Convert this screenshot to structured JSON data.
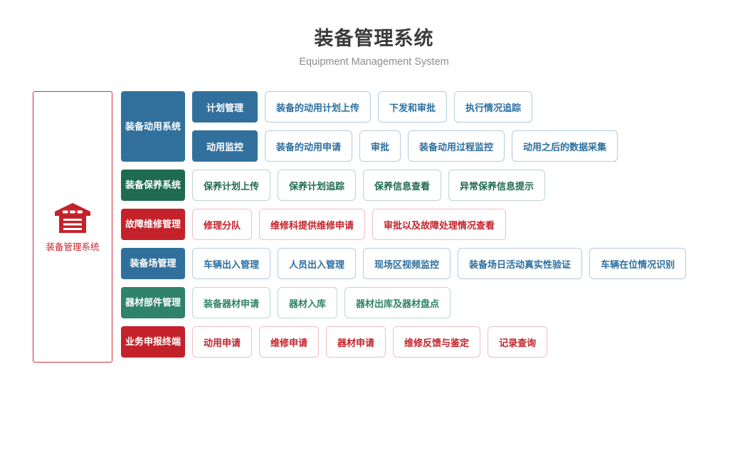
{
  "header": {
    "title": "装备管理系统",
    "subtitle": "Equipment Management System"
  },
  "hero": {
    "icon": "warehouse-icon",
    "label": "装备管理系统",
    "border_color": "#d3303a",
    "text_color": "#c4222a"
  },
  "colors": {
    "blue": "#31709c",
    "green_dark": "#1f6b52",
    "green_light": "#2f8368",
    "red": "#c4222a",
    "title_text": "#3a3a3a",
    "subtitle_text": "#8d8d8d"
  },
  "rows": [
    {
      "category": "装备动用系统",
      "theme": "blue",
      "subgroups": [
        {
          "label": "计划管理",
          "items": [
            "装备的动用计划上传",
            "下发和审批",
            "执行情况追踪"
          ]
        },
        {
          "label": "动用监控",
          "items": [
            "装备的动用申请",
            "审批",
            "装备动用过程监控",
            "动用之后的数据采集"
          ]
        }
      ]
    },
    {
      "category": "装备保养系统",
      "theme": "green_dark",
      "subgroups": [
        {
          "label": null,
          "items": [
            "保养计划上传",
            "保养计划追踪",
            "保养信息查看",
            "异常保养信息提示"
          ]
        }
      ]
    },
    {
      "category": "故障维修管理",
      "theme": "red",
      "subgroups": [
        {
          "label": null,
          "items": [
            "修理分队",
            "维修科提供维修申请",
            "审批以及故障处理情况查看"
          ]
        }
      ]
    },
    {
      "category": "装备场管理",
      "theme": "blue",
      "subgroups": [
        {
          "label": null,
          "items": [
            "车辆出入管理",
            "人员出入管理",
            "现场区视频监控",
            "装备场日活动真实性验证",
            "车辆在位情况识别"
          ]
        }
      ]
    },
    {
      "category": "器材部件管理",
      "theme": "green_light",
      "subgroups": [
        {
          "label": null,
          "items": [
            "装备器材申请",
            "器材入库",
            "器材出库及器材盘点"
          ]
        }
      ]
    },
    {
      "category": "业务申报终端",
      "theme": "red",
      "subgroups": [
        {
          "label": null,
          "items": [
            "动用申请",
            "维修申请",
            "器材申请",
            "维修反馈与鉴定",
            "记录查询"
          ]
        }
      ]
    }
  ]
}
